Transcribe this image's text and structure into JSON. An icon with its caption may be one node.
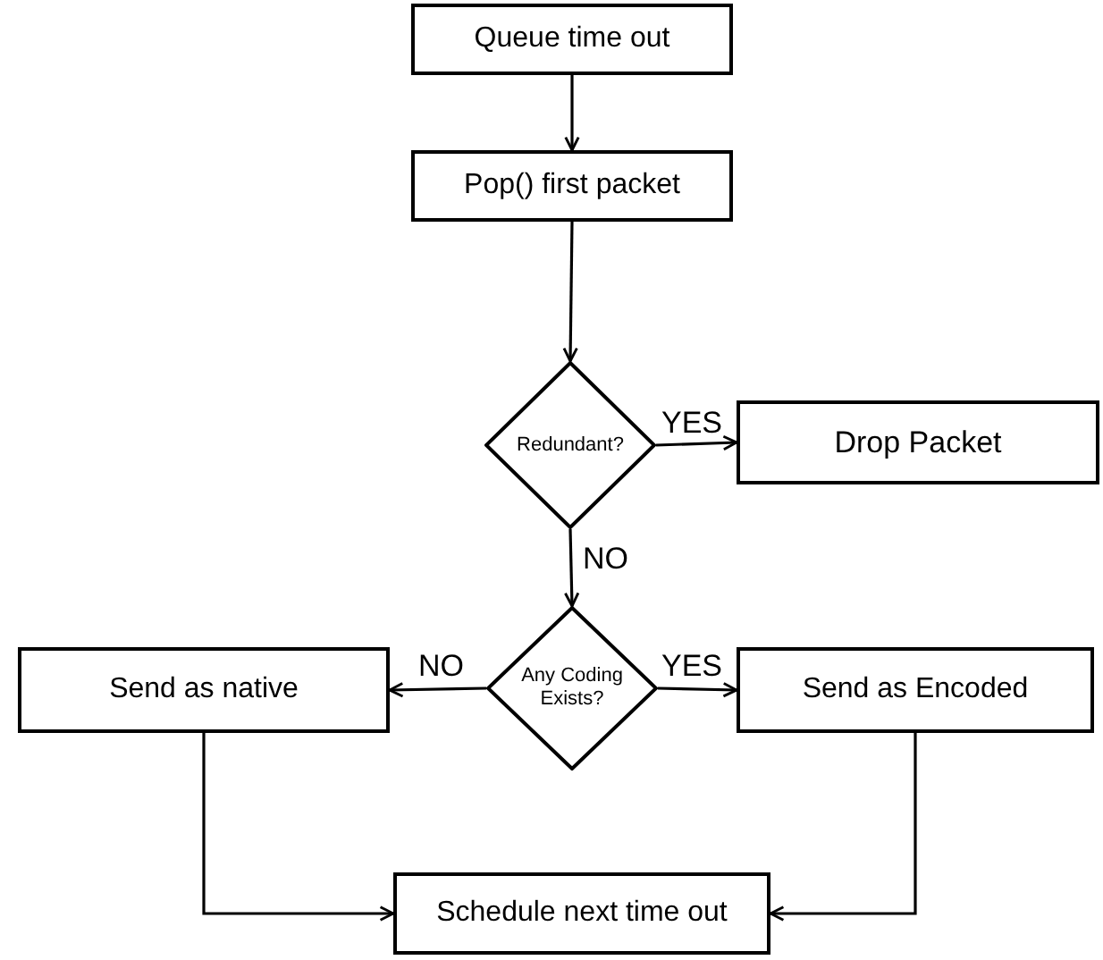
{
  "diagram": {
    "nodes": [
      {
        "text": [
          "Queue time out"
        ]
      },
      {
        "text": [
          "Pop() first packet"
        ]
      },
      {
        "text": [
          "Redundant?"
        ]
      },
      {
        "text": [
          "Drop Packet"
        ]
      },
      {
        "text": [
          "Any Coding Exists?"
        ]
      },
      {
        "text": [
          "Send as native"
        ]
      },
      {
        "text": [
          "Send as Encoded"
        ]
      },
      {
        "text": [
          "Schedule next time out"
        ]
      }
    ],
    "edges": [
      {
        "from": 0,
        "to": 1,
        "arrow": "to"
      },
      {
        "from": 1,
        "to": 2,
        "arrow": "to"
      },
      {
        "from": 2,
        "to": 3,
        "arrow": "to",
        "label": "YES"
      },
      {
        "from": 2,
        "to": 4,
        "arrow": "to",
        "label": "NO"
      },
      {
        "from": 4,
        "to": 5,
        "arrow": "to",
        "label": "NO"
      },
      {
        "from": 4,
        "to": 6,
        "arrow": "to",
        "label": "YES"
      },
      {
        "from": 5,
        "to": 7,
        "arrow": "to"
      },
      {
        "from": 6,
        "to": 7,
        "arrow": "to"
      }
    ]
  }
}
